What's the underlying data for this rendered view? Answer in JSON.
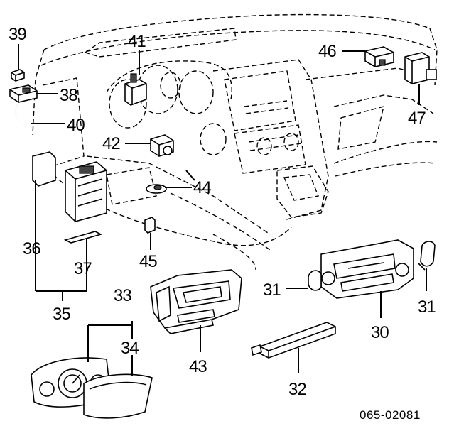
{
  "diagram": {
    "drawing_code": "065-02081",
    "callouts": [
      {
        "id": "39",
        "label": "39"
      },
      {
        "id": "38",
        "label": "38"
      },
      {
        "id": "40",
        "label": "40"
      },
      {
        "id": "41",
        "label": "41"
      },
      {
        "id": "42",
        "label": "42"
      },
      {
        "id": "44",
        "label": "44"
      },
      {
        "id": "45",
        "label": "45"
      },
      {
        "id": "46",
        "label": "46"
      },
      {
        "id": "47",
        "label": "47"
      },
      {
        "id": "36",
        "label": "36"
      },
      {
        "id": "37",
        "label": "37"
      },
      {
        "id": "35",
        "label": "35"
      },
      {
        "id": "33",
        "label": "33"
      },
      {
        "id": "34",
        "label": "34"
      },
      {
        "id": "43",
        "label": "43"
      },
      {
        "id": "31a",
        "label": "31"
      },
      {
        "id": "31b",
        "label": "31"
      },
      {
        "id": "30",
        "label": "30"
      },
      {
        "id": "32",
        "label": "32"
      }
    ]
  }
}
